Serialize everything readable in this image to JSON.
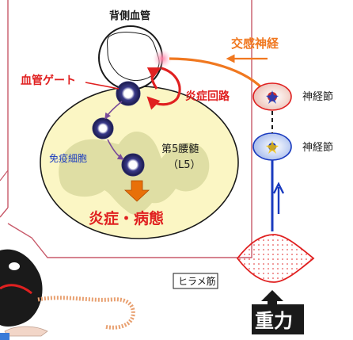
{
  "labels": {
    "dorsal_vessel": "背側血管",
    "sympathetic_nerve": "交感神経",
    "vascular_gate": "血管ゲート",
    "inflammatory_circuit": "炎症回路",
    "ganglion_upper": "神経節",
    "ganglion_lower": "神経節",
    "immune_cells": "免疫細胞",
    "l5_line1": "第5腰髄",
    "l5_line2": "（L5）",
    "pathology": "炎症・病態",
    "soleus": "ヒラメ筋",
    "gravity": "重力"
  },
  "colors": {
    "spinal_cord_fill": "#fbf6c4",
    "gray_matter": "#d6d69a",
    "accent_red": "#e02020",
    "accent_orange": "#f07820",
    "nerve_blue": "#1a3bbf",
    "cell_purple": "#7a4b9a",
    "gravity_box": "#1a1a1a"
  }
}
